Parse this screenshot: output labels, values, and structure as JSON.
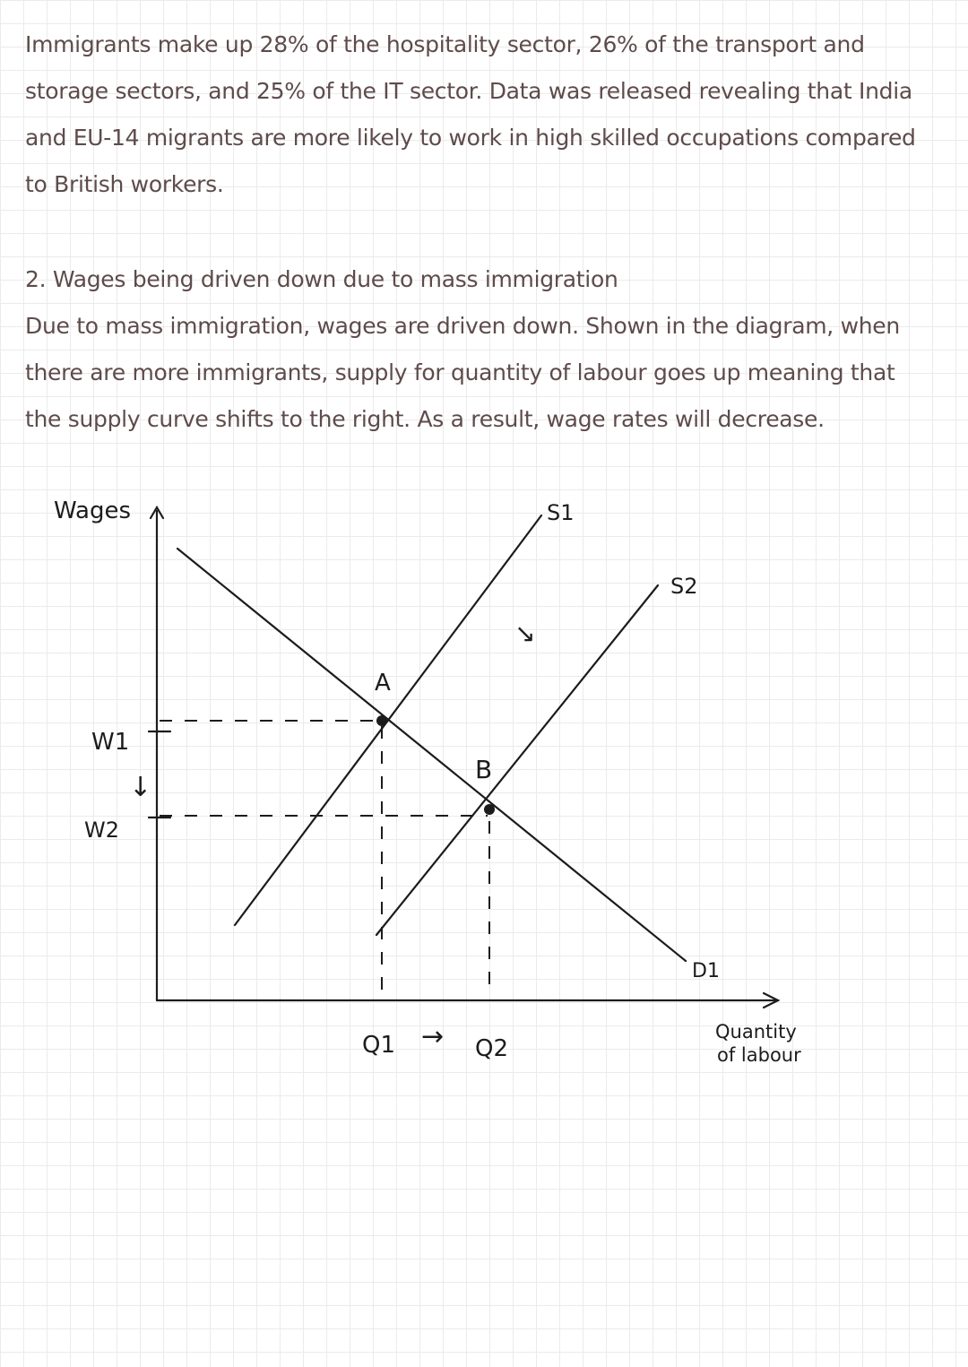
{
  "paragraph_1": "Immigrants make up 28% of the hospitality sector, 26% of the transport and storage sectors, and 25% of the IT sector. Data was released revealing that India and EU-14 migrants are more likely to work in high skilled occupations compared to British workers.",
  "section_2": {
    "heading": "2. Wages being driven down due to mass immigration",
    "body": "Due to mass immigration, wages are driven down. Shown in the diagram, when there are more immigrants, supply for quantity of labour goes up meaning that the supply curve shifts to the right. As a result, wage rates will decrease."
  },
  "diagram": {
    "y_axis_label": "Wages",
    "x_axis_label_line1": "Quantity",
    "x_axis_label_line2": "of labour",
    "supply_1_label": "S1",
    "supply_2_label": "S2",
    "demand_label": "D1",
    "point_a_label": "A",
    "point_b_label": "B",
    "wage_1_label": "W1",
    "wage_2_label": "W2",
    "quantity_1_label": "Q1",
    "quantity_2_label": "Q2",
    "wage_shift_arrow": "↓",
    "quantity_shift_arrow": "→",
    "supply_shift_arrow": "↘"
  }
}
